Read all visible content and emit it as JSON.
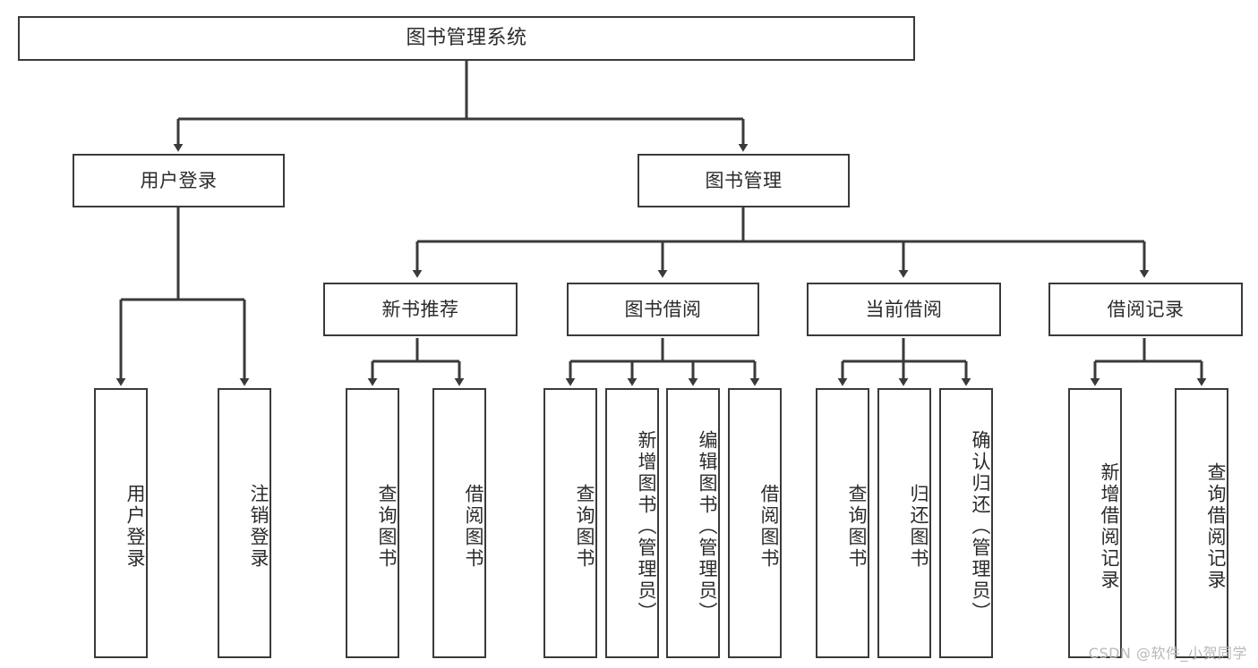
{
  "diagram": {
    "title": "图书管理系统",
    "type": "tree",
    "accent_color": "#3a3a3a",
    "text_color": "#2b2b2b",
    "background_color": "#ffffff"
  },
  "nodes": {
    "root": {
      "label": "图书管理系统"
    },
    "level1": [
      {
        "id": "user-login",
        "label": "用户登录"
      },
      {
        "id": "book-manage",
        "label": "图书管理"
      }
    ],
    "level2": [
      {
        "id": "new-book-recommend",
        "label": "新书推荐"
      },
      {
        "id": "book-borrow",
        "label": "图书借阅"
      },
      {
        "id": "current-borrow",
        "label": "当前借阅"
      },
      {
        "id": "borrow-record",
        "label": "借阅记录"
      }
    ],
    "leaves": {
      "user_login": [
        {
          "id": "leaf-user-login",
          "label": "用户登录"
        },
        {
          "id": "leaf-logout-login",
          "label": "注销登录"
        }
      ],
      "new_book_recommend": [
        {
          "id": "leaf-query-book-1",
          "label": "查询图书"
        },
        {
          "id": "leaf-borrow-book-1",
          "label": "借阅图书"
        }
      ],
      "book_borrow": [
        {
          "id": "leaf-query-book-2",
          "label": "查询图书"
        },
        {
          "id": "leaf-add-book",
          "label": "新增图书（管理员）"
        },
        {
          "id": "leaf-edit-book",
          "label": "编辑图书（管理员）"
        },
        {
          "id": "leaf-borrow-book-2",
          "label": "借阅图书"
        }
      ],
      "current_borrow": [
        {
          "id": "leaf-query-book-3",
          "label": "查询图书"
        },
        {
          "id": "leaf-return-book",
          "label": "归还图书"
        },
        {
          "id": "leaf-confirm-return",
          "label": "确认归还（管理员）"
        }
      ],
      "borrow_record": [
        {
          "id": "leaf-add-record",
          "label": "新增借阅记录"
        },
        {
          "id": "leaf-query-record",
          "label": "查询借阅记录"
        }
      ]
    }
  },
  "watermark": {
    "text": "CSDN @软件_小贺同学"
  }
}
